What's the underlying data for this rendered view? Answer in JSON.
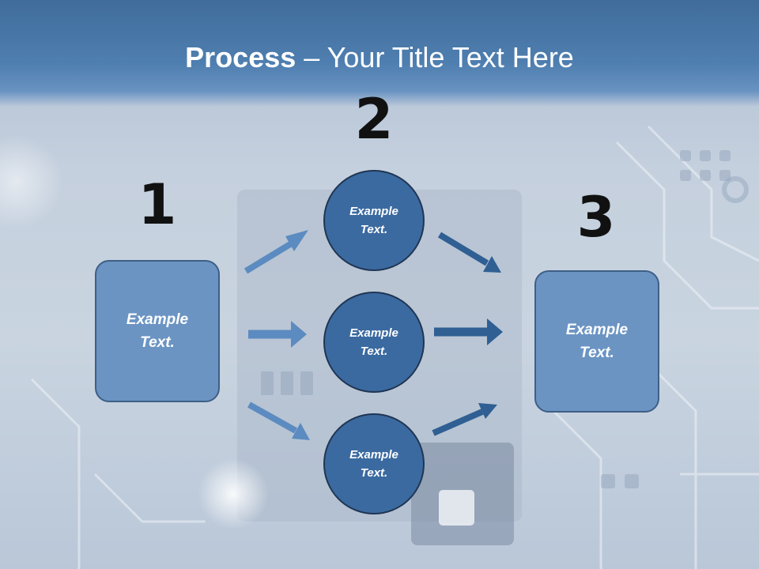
{
  "title": {
    "bold": "Process",
    "rest": " – Your Title Text Here"
  },
  "steps": {
    "one": {
      "number": "1",
      "text": "Example Text."
    },
    "two": {
      "number": "2",
      "circles": [
        {
          "text": "Example Text."
        },
        {
          "text": "Example Text."
        },
        {
          "text": "Example Text."
        }
      ]
    },
    "three": {
      "number": "3",
      "text": "Example Text."
    }
  },
  "colors": {
    "box_fill": "#6b94c3",
    "circle_fill": "#3b6aa0",
    "arrow_left": "#5b8bc0",
    "arrow_right": "#2f5f93",
    "header": "#4f7fb0"
  }
}
